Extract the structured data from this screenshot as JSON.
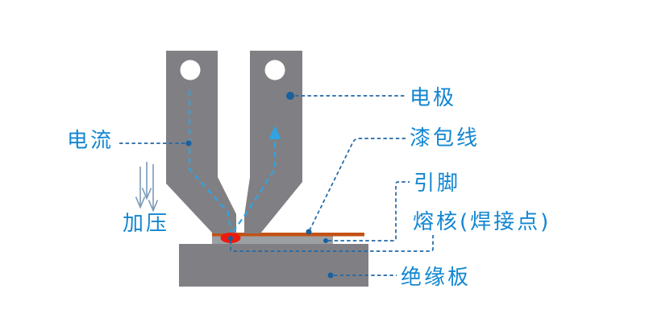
{
  "diagram": {
    "type": "technical-illustration",
    "subject": "parallel-gap resistance welding of enameled wire to a lead pin on an insulation board"
  },
  "labels": {
    "current": "电流",
    "pressure": "加压",
    "electrode": "电极",
    "enameled_wire": "漆包线",
    "lead_pin": "引脚",
    "weld_nugget": "熔核(焊接点)",
    "insulation_board": "绝缘板"
  },
  "colors": {
    "label_text": "#1286d2",
    "connector_line": "#2268a8",
    "connector_dot": "#1a5f9e",
    "current_line": "#2fa3e4",
    "metal_gray": "#808084",
    "lead_gray": "#9da0a3",
    "wire_orange": "#c25214",
    "nugget_red": "#ec1a0e",
    "pressure_arrow": "#7a99b8",
    "background": "#ffffff"
  }
}
